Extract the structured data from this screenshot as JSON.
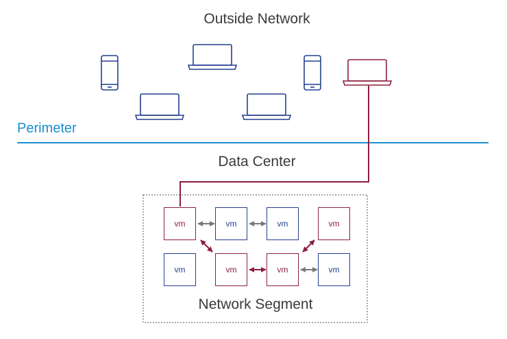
{
  "diagram": {
    "outside_title": "Outside Network",
    "perimeter_label": "Perimeter",
    "datacenter_title": "Data Center",
    "segment_title": "Network Segment",
    "vm_label": "vm",
    "colors": {
      "device_blue": "#233f8f",
      "compromised_red": "#8c1f3d",
      "perimeter_blue": "#1a8fd0",
      "link_gray": "#777777",
      "text": "#3a3a3a"
    },
    "outside_devices": [
      {
        "name": "phone-icon",
        "kind": "phone",
        "status": "normal"
      },
      {
        "name": "laptop-icon",
        "kind": "laptop",
        "status": "normal"
      },
      {
        "name": "laptop-icon",
        "kind": "laptop",
        "status": "normal"
      },
      {
        "name": "laptop-icon",
        "kind": "laptop",
        "status": "normal"
      },
      {
        "name": "phone-icon",
        "kind": "phone",
        "status": "normal"
      },
      {
        "name": "laptop-icon",
        "kind": "laptop",
        "status": "compromised"
      }
    ],
    "vms": [
      {
        "id": "vm-r1c1",
        "status": "compromised"
      },
      {
        "id": "vm-r1c2",
        "status": "normal"
      },
      {
        "id": "vm-r1c3",
        "status": "normal"
      },
      {
        "id": "vm-r1c4",
        "status": "compromised"
      },
      {
        "id": "vm-r2c1",
        "status": "normal"
      },
      {
        "id": "vm-r2c2",
        "status": "compromised"
      },
      {
        "id": "vm-r2c3",
        "status": "compromised"
      },
      {
        "id": "vm-r2c4",
        "status": "normal"
      }
    ],
    "links": [
      {
        "from": "vm-r1c1",
        "to": "vm-r1c2",
        "type": "normal"
      },
      {
        "from": "vm-r1c2",
        "to": "vm-r1c3",
        "type": "normal"
      },
      {
        "from": "vm-r1c1",
        "to": "vm-r2c2",
        "type": "compromised"
      },
      {
        "from": "vm-r1c4",
        "to": "vm-r2c3",
        "type": "compromised"
      },
      {
        "from": "vm-r2c2",
        "to": "vm-r2c3",
        "type": "compromised"
      },
      {
        "from": "vm-r2c3",
        "to": "vm-r2c4",
        "type": "normal"
      },
      {
        "from": "compromised-laptop",
        "to": "vm-r1c1",
        "type": "compromised"
      }
    ]
  }
}
